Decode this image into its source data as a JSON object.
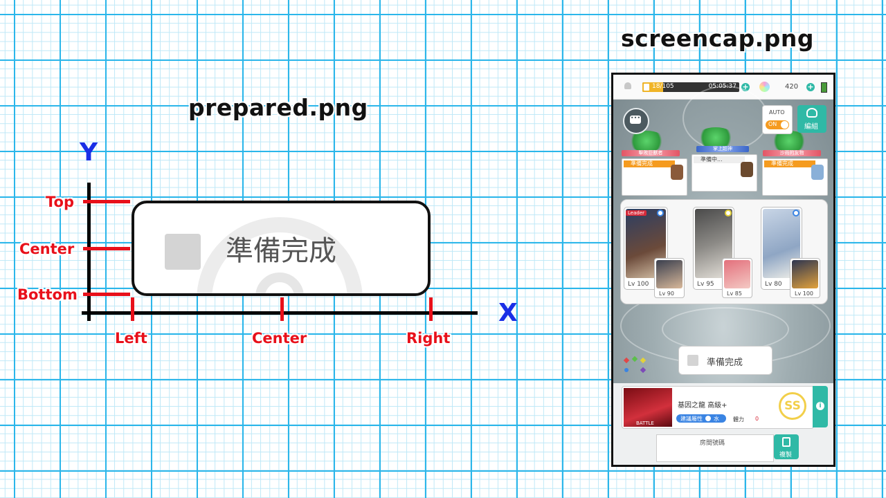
{
  "titles": {
    "prepared": "prepared.png",
    "screencap": "screencap.png"
  },
  "axes": {
    "x_letter": "X",
    "y_letter": "Y",
    "y_labels": {
      "top": "Top",
      "center": "Center",
      "bottom": "Bottom"
    },
    "x_labels": {
      "left": "Left",
      "center": "Center",
      "right": "Right"
    }
  },
  "prepared_button": {
    "label": "準備完成"
  },
  "screencap": {
    "topbar": {
      "stamina": "18/105",
      "timer": "05:05:37",
      "gems": "420"
    },
    "auto": {
      "label": "AUTO",
      "toggle": "ON"
    },
    "formation_label": "編組",
    "players": [
      {
        "name": "擊敗巨獸者",
        "state": "準備完成"
      },
      {
        "name": "掌上超神",
        "state": "準備中..."
      },
      {
        "name": "沙雨的友物",
        "state": "準備完成"
      }
    ],
    "leader_tag": "Leader",
    "cards": [
      {
        "lv": "Lv 100"
      },
      {
        "lv": "Lv 95"
      },
      {
        "lv": "Lv 80"
      }
    ],
    "subs": [
      {
        "lv": "Lv 90"
      },
      {
        "lv": "Lv 85"
      },
      {
        "lv": "Lv 100"
      }
    ],
    "ready_button": "準備完成",
    "quest": {
      "title": "基因之龍 高級+",
      "battle": "BATTLE",
      "attr_label": "建議屬性",
      "attr_value": "水",
      "hp_label": "體力",
      "hp_value": "0",
      "rank": "SS"
    },
    "room": {
      "label": "房間號碼",
      "copy": "複製"
    }
  },
  "colors": {
    "accent_red": "#e8101a",
    "axis_blue": "#1a2fe6",
    "grid_blue": "#2bb6ea",
    "teal": "#2fb9a6"
  }
}
